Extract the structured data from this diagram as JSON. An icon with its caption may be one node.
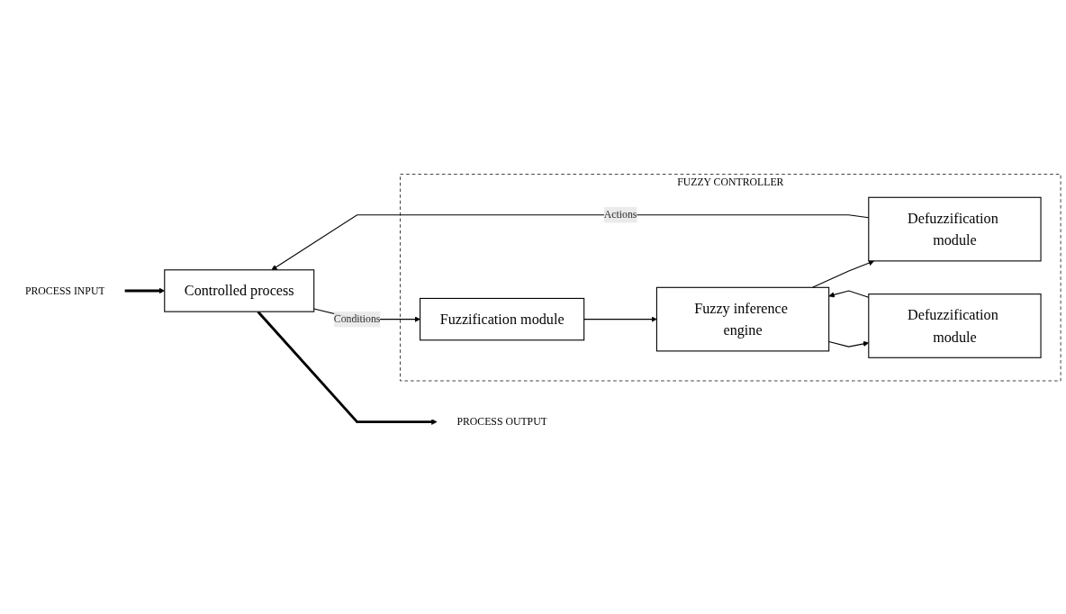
{
  "diagram": {
    "nodes": [
      {
        "text": [
          "PROCESS INPUT"
        ]
      },
      {
        "text": [
          "FUZZY CONTROLLER"
        ]
      },
      {
        "text": [
          "Defuzzification module"
        ],
        "in": 1
      },
      {
        "text": [
          "Controlled process"
        ]
      },
      {
        "text": [
          "Fuzzy inference engine"
        ],
        "in": 1
      },
      {
        "text": [
          "Defuzzification module"
        ],
        "in": 1
      },
      {
        "text": [
          "Fuzzification module"
        ],
        "in": 1
      },
      {
        "text": [
          "PROCESS OUTPUT"
        ]
      }
    ],
    "edges": [
      {
        "from": 0,
        "to": 3,
        "arrow": "to",
        "style": "thick"
      },
      {
        "from": 2,
        "to": 3,
        "arrow": "to",
        "label": "Actions"
      },
      {
        "from": 4,
        "to": 2,
        "arrow": "to"
      },
      {
        "from": 5,
        "to": 4,
        "arrow": "to"
      },
      {
        "from": 4,
        "to": 5,
        "arrow": "to"
      },
      {
        "from": 3,
        "to": 6,
        "arrow": "to",
        "label": "Conditions"
      },
      {
        "from": 6,
        "to": 4,
        "arrow": "to"
      },
      {
        "from": 3,
        "to": 7,
        "arrow": "to",
        "style": "thick"
      }
    ]
  }
}
